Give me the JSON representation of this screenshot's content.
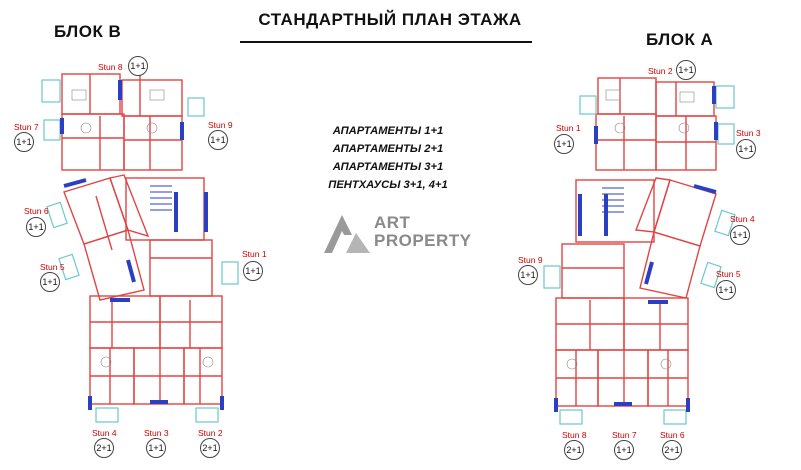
{
  "title": "СТАНДАРТНЫЙ ПЛАН ЭТАЖА",
  "block_b": {
    "title": "БЛОК B"
  },
  "block_a": {
    "title": "БЛОК A"
  },
  "legend": [
    "АПАРТАМЕНТЫ 1+1",
    "АПАРТАМЕНТЫ 2+1",
    "АПАРТАМЕНТЫ 3+1",
    "ПЕНТХАУСЫ 3+1, 4+1"
  ],
  "logo": {
    "line1": "ART",
    "line2": "PROPERTY"
  },
  "units_b": [
    {
      "name": "Stun 8",
      "type": "1+1"
    },
    {
      "name": "Stun 9",
      "type": "1+1"
    },
    {
      "name": "Stun 7",
      "type": "1+1"
    },
    {
      "name": "Stun 6",
      "type": "1+1"
    },
    {
      "name": "Stun 5",
      "type": "1+1"
    },
    {
      "name": "Stun 1",
      "type": "1+1"
    },
    {
      "name": "Stun 4",
      "type": "2+1"
    },
    {
      "name": "Stun 3",
      "type": "1+1"
    },
    {
      "name": "Stun 2",
      "type": "2+1"
    }
  ],
  "units_a": [
    {
      "name": "Stun 2",
      "type": "1+1"
    },
    {
      "name": "Stun 1",
      "type": "1+1"
    },
    {
      "name": "Stun 3",
      "type": "1+1"
    },
    {
      "name": "Stun 4",
      "type": "1+1"
    },
    {
      "name": "Stun 9",
      "type": "1+1"
    },
    {
      "name": "Stun 5",
      "type": "1+1"
    },
    {
      "name": "Stun 8",
      "type": "2+1"
    },
    {
      "name": "Stun 7",
      "type": "1+1"
    },
    {
      "name": "Stun 6",
      "type": "2+1"
    }
  ],
  "colors": {
    "wall": "#e04545",
    "window": "#2b3fc2",
    "glass": "#7fd4d6",
    "text_red": "#cc0000",
    "logo": "#8a8a8a"
  }
}
